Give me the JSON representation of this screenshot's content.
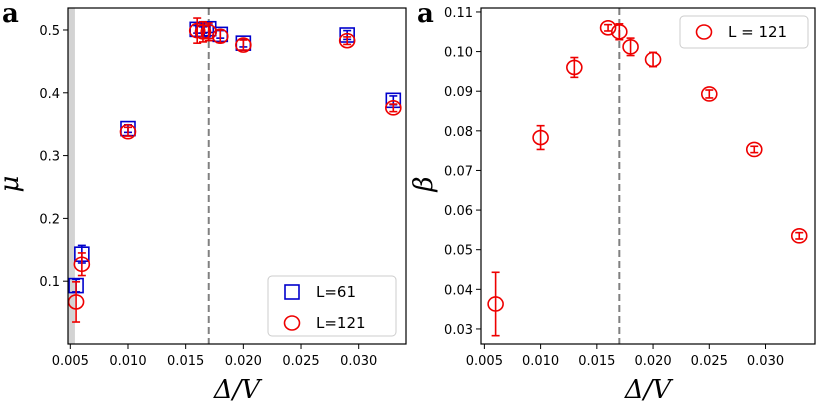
{
  "chart_data": [
    {
      "type": "scatter",
      "panel_label": "a",
      "xlabel": "Δ/V",
      "ylabel": "μ",
      "xlim": [
        0.0048,
        0.0341
      ],
      "ylim": [
        0.0,
        0.535
      ],
      "xticks": [
        0.005,
        0.01,
        0.015,
        0.02,
        0.025,
        0.03
      ],
      "xtick_labels": [
        "0.005",
        "0.010",
        "0.015",
        "0.020",
        "0.025",
        "0.030"
      ],
      "yticks": [
        0.1,
        0.2,
        0.3,
        0.4,
        0.5
      ],
      "ytick_labels": [
        "0.1",
        "0.2",
        "0.3",
        "0.4",
        "0.5"
      ],
      "shaded_x_range": [
        0.0048,
        0.0054
      ],
      "vline_x": 0.017,
      "legend_position": "bottom-right",
      "series": [
        {
          "name": "L=61",
          "marker": "square",
          "color": "#0000cc",
          "x": [
            0.0055,
            0.006,
            0.01,
            0.016,
            0.0165,
            0.017,
            0.018,
            0.02,
            0.029,
            0.033
          ],
          "y": [
            0.093,
            0.143,
            0.343,
            0.501,
            0.5,
            0.502,
            0.493,
            0.479,
            0.492,
            0.388
          ],
          "err": [
            0.01,
            0.014,
            0.006,
            0.006,
            0.005,
            0.006,
            0.006,
            0.006,
            0.007,
            0.007
          ]
        },
        {
          "name": "L=121",
          "marker": "circle",
          "color": "#ee0000",
          "x": [
            0.0055,
            0.006,
            0.01,
            0.016,
            0.0165,
            0.017,
            0.018,
            0.02,
            0.029,
            0.033
          ],
          "y": [
            0.067,
            0.127,
            0.338,
            0.499,
            0.497,
            0.497,
            0.49,
            0.476,
            0.483,
            0.376
          ],
          "err": [
            0.032,
            0.018,
            0.007,
            0.02,
            0.016,
            0.014,
            0.01,
            0.008,
            0.006,
            0.006
          ]
        }
      ]
    },
    {
      "type": "scatter",
      "panel_label": "a",
      "xlabel": "Δ/V",
      "ylabel": "β",
      "xlim": [
        0.0047,
        0.0344
      ],
      "ylim": [
        0.0262,
        0.111
      ],
      "xticks": [
        0.005,
        0.01,
        0.015,
        0.02,
        0.025,
        0.03
      ],
      "xtick_labels": [
        "0.005",
        "0.010",
        "0.015",
        "0.020",
        "0.025",
        "0.030"
      ],
      "yticks": [
        0.03,
        0.04,
        0.05,
        0.06,
        0.07,
        0.08,
        0.09,
        0.1,
        0.11
      ],
      "ytick_labels": [
        "0.03",
        "0.04",
        "0.05",
        "0.06",
        "0.07",
        "0.08",
        "0.09",
        "0.10",
        "0.11"
      ],
      "vline_x": 0.017,
      "legend_position": "top-right",
      "series": [
        {
          "name": "L = 121",
          "marker": "circle",
          "color": "#ee0000",
          "x": [
            0.006,
            0.01,
            0.013,
            0.016,
            0.017,
            0.018,
            0.02,
            0.025,
            0.029,
            0.033
          ],
          "y": [
            0.0363,
            0.0783,
            0.096,
            0.106,
            0.105,
            0.1012,
            0.098,
            0.0893,
            0.0753,
            0.0535
          ],
          "err": [
            0.008,
            0.003,
            0.0025,
            0.0008,
            0.002,
            0.0022,
            0.0018,
            0.001,
            0.0008,
            0.0008
          ]
        }
      ]
    }
  ]
}
